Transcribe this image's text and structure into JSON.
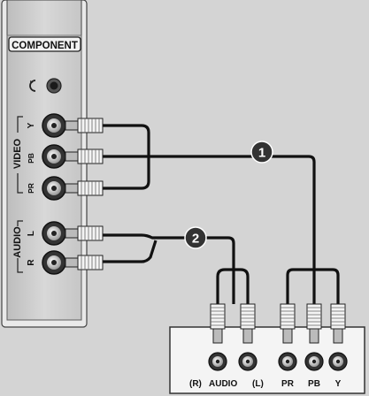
{
  "tv_panel": {
    "title": "COMPONENT",
    "video_group_label": "VIDEO",
    "audio_group_label": "AUDIO",
    "jacks": {
      "y": "Y",
      "pb": "PB",
      "pr": "PR",
      "audio_left": "L",
      "audio_right": "R"
    }
  },
  "callouts": {
    "video_cable": "1",
    "audio_cable": "2"
  },
  "device_panel": {
    "audio_right_label": "(R)",
    "audio_caption": "AUDIO",
    "audio_left_label": "(L)",
    "pr_label": "PR",
    "pb_label": "PB",
    "y_label": "Y"
  },
  "colors": {
    "background": "#d4d4d4",
    "panel": "#d0d0d0",
    "cable": "#111111",
    "label_text": "#111111"
  },
  "icons": [
    "av-mode-icon",
    "rca-jack-icon",
    "rca-plug-icon",
    "numbered-callout-icon"
  ]
}
